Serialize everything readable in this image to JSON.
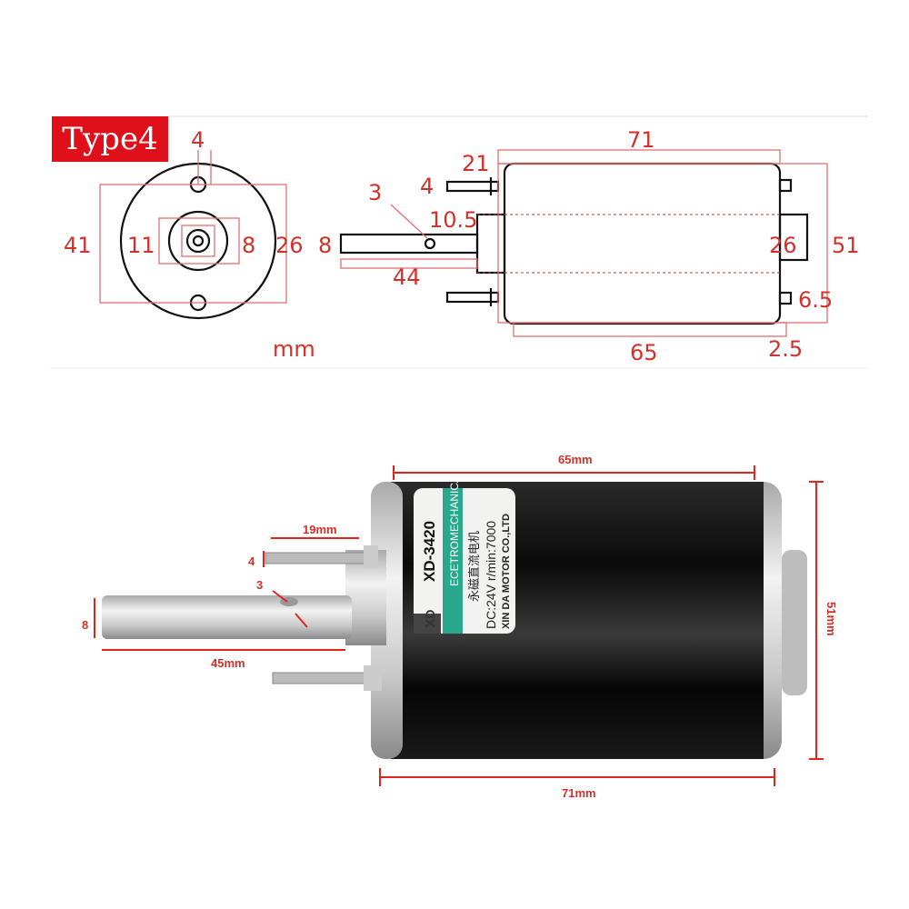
{
  "title_badge": "Type4",
  "drawing": {
    "front_view": {
      "hole_spacing": "4",
      "outer": "41",
      "inner_left": "11",
      "shaft": "8",
      "boss": "26"
    },
    "unit": "mm",
    "side_view": {
      "length_total": "71",
      "screw_length": "21",
      "screw_dia": "4",
      "flat": "3",
      "boss_length": "10.5",
      "shaft_dia": "8",
      "shaft_length": "44",
      "boss_dia": "26",
      "body_dia": "51",
      "terminal": "6.5",
      "body_length": "65",
      "cap": "2.5"
    }
  },
  "photo": {
    "dims": {
      "body_length": "65mm",
      "screw_length": "19mm",
      "screw_dia": "4",
      "flat": "3",
      "shaft_dia": "8",
      "shaft_length": "45mm",
      "diameter": "51mm",
      "total_length": "71mm"
    },
    "label": {
      "logo": "XD",
      "model": "XD-3420",
      "band": "ECETROMECHANICAL",
      "chinese": "永磁直流电机",
      "spec": "DC:24V  r/min:7000",
      "maker": "XIN DA MOTOR CO.,LTD"
    },
    "colors": {
      "label_band": "#2aa88c",
      "body": "#0b0b0b",
      "dimension": "#e0261c"
    }
  }
}
